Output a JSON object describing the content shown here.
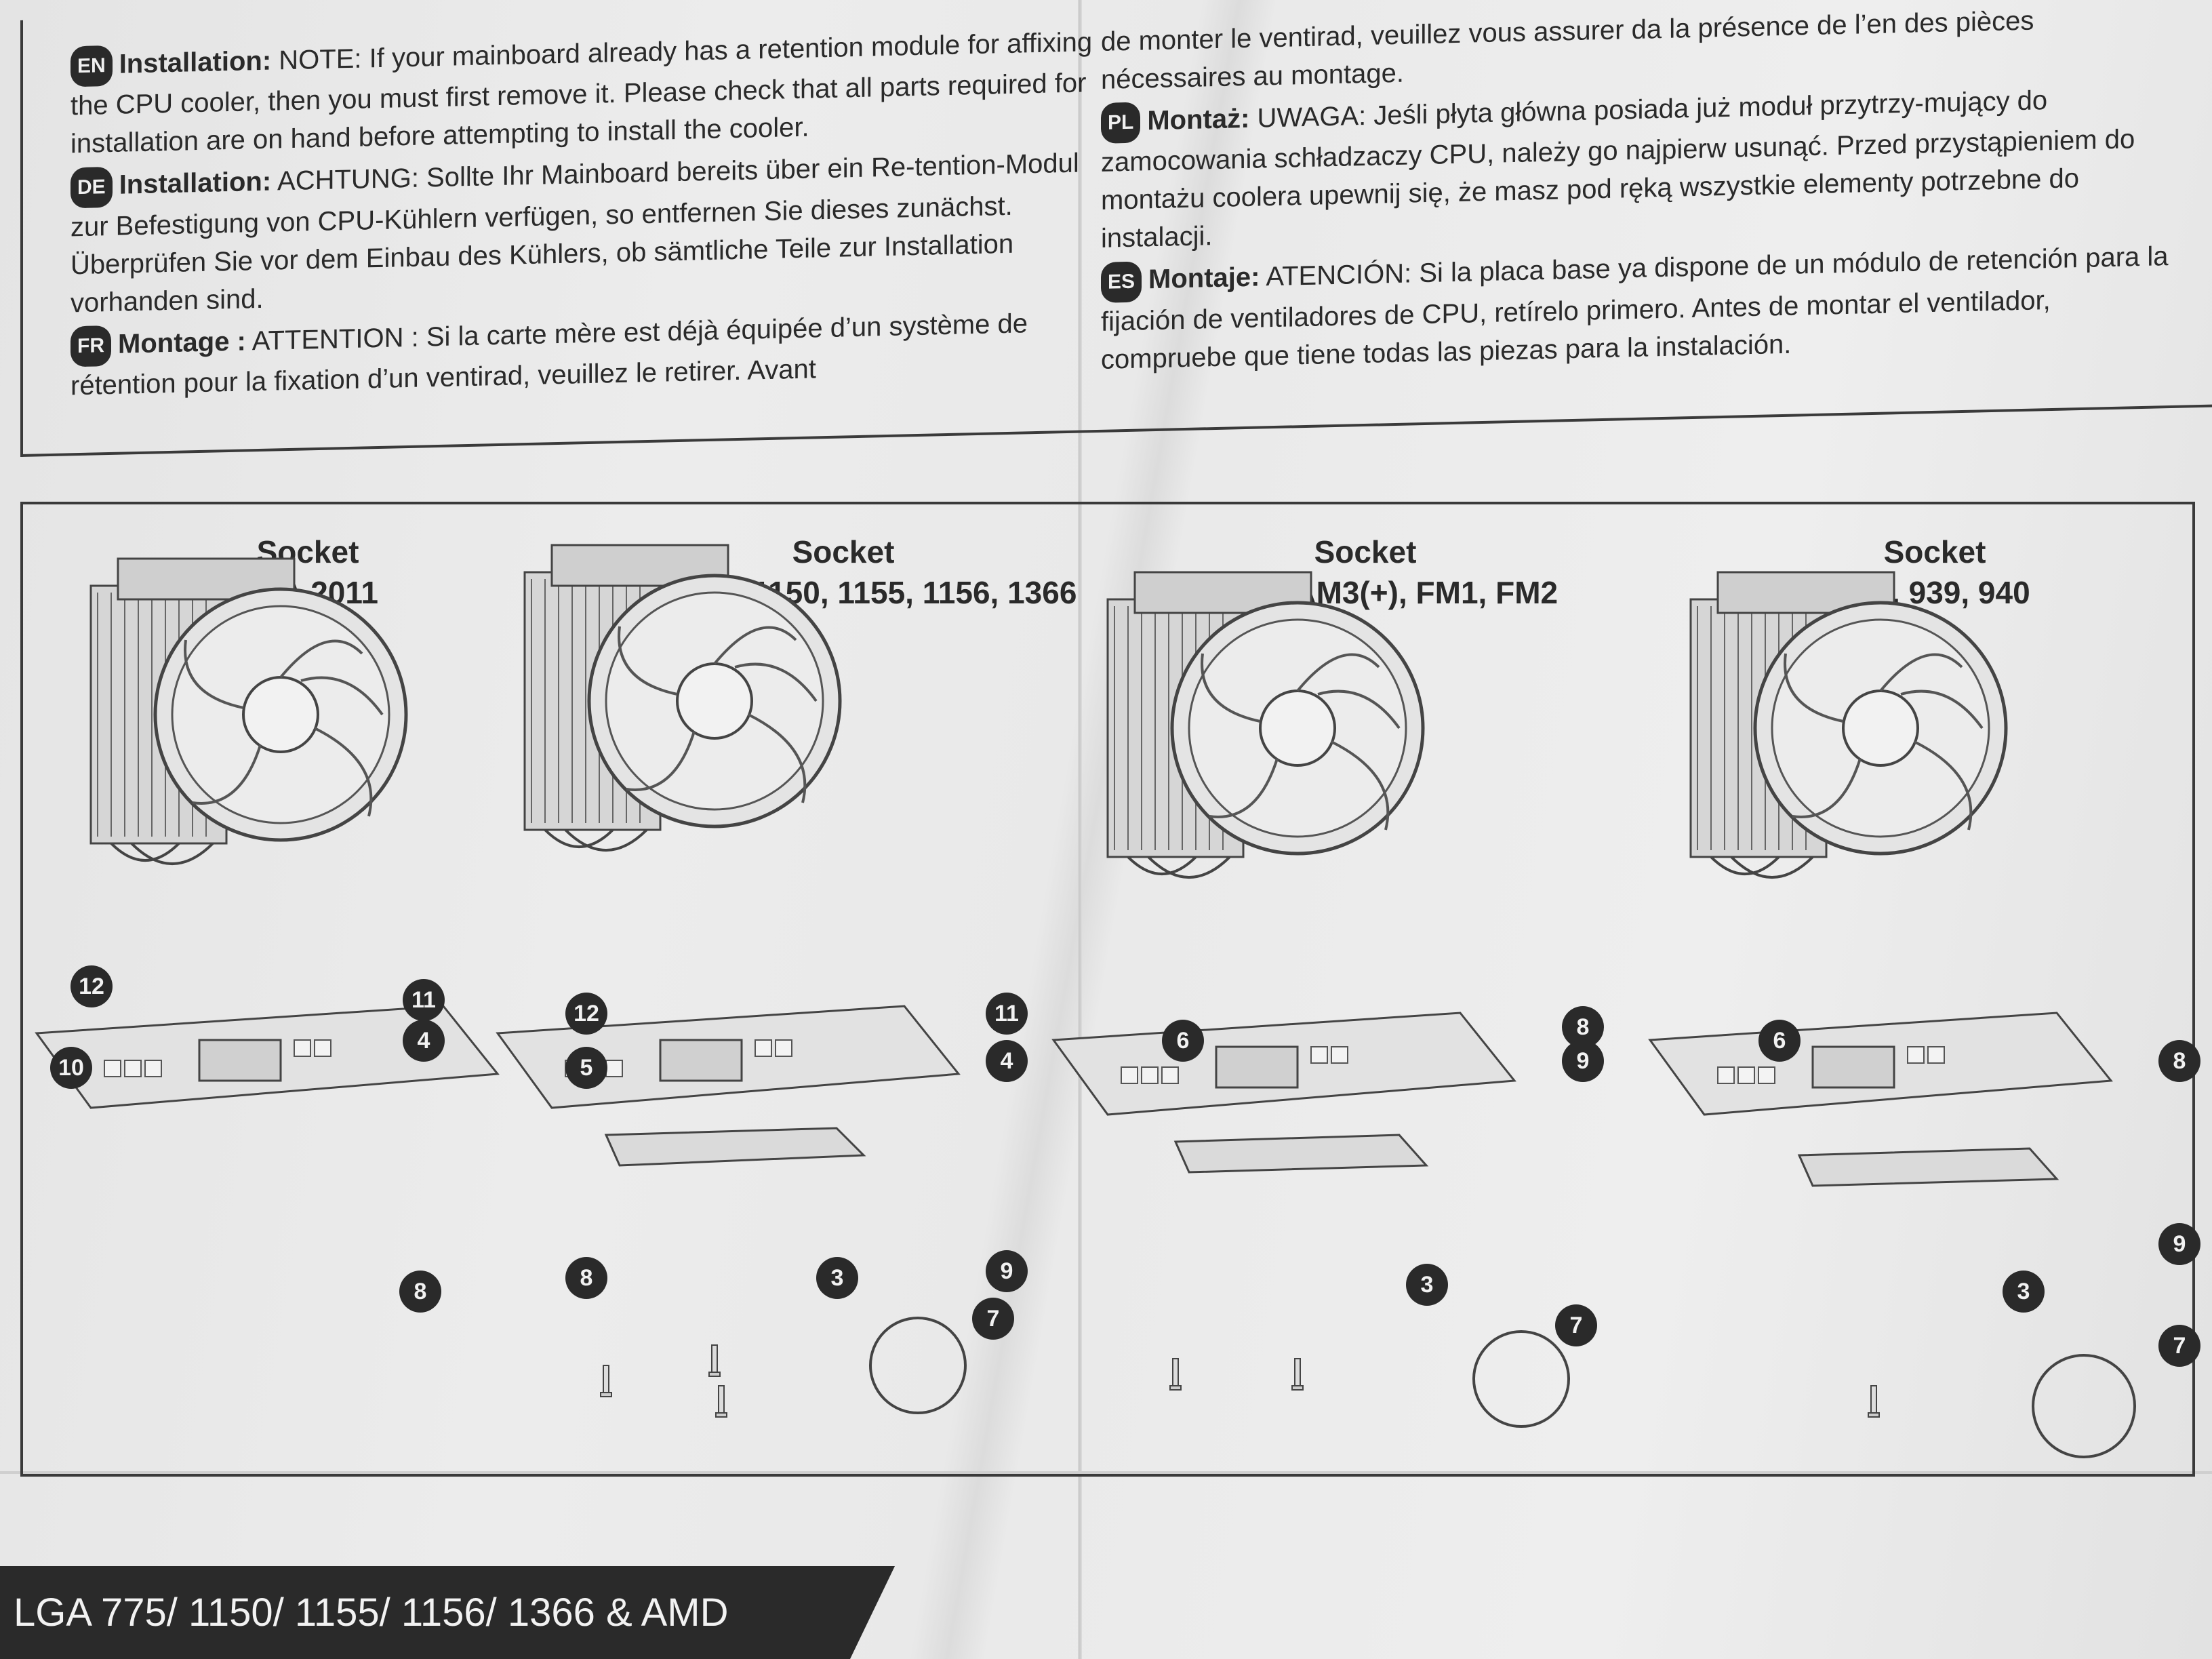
{
  "text_columns": {
    "left": [
      {
        "badge": "EN",
        "heading": "Installation:",
        "body": "NOTE: If your mainboard already has a retention module for affixing the CPU cooler, then you must first remove it. Please check that all parts required for installation are on hand before attempting to install the cooler."
      },
      {
        "badge": "DE",
        "heading": "Installation:",
        "body": "ACHTUNG: Sollte Ihr Mainboard bereits über ein Re-tention-Modul zur Befestigung von CPU-Kühlern verfügen, so entfernen Sie dieses zunächst. Überprüfen Sie vor dem Einbau des Kühlers, ob sämtliche Teile zur Installation vorhanden sind."
      },
      {
        "badge": "FR",
        "heading": "Montage :",
        "body": "ATTENTION : Si la carte mère est déjà équipée d’un système de rétention pour la fixation d’un ventirad, veuillez le retirer. Avant"
      }
    ],
    "right": [
      {
        "badge": "",
        "heading": "",
        "body": "de monter le ventirad, veuillez vous assurer da la présence de l’en des pièces nécessaires au montage."
      },
      {
        "badge": "PL",
        "heading": "Montaż:",
        "body": "UWAGA: Jeśli płyta główna posiada już moduł przytrzy-mujący do zamocowania schładzaczy CPU, należy go najpierw usunąć. Przed przystąpieniem do montażu coolera upewnij się, że masz pod ręką wszystkie elementy potrzebne do instalacji."
      },
      {
        "badge": "ES",
        "heading": "Montaje:",
        "body": "ATENCIÓN: Si la placa base ya dispone de un módulo de retención para la fijación de ventiladores de CPU, retírelo primero. Antes de montar el ventilador, compruebe que tiene todas las piezas para la instalación."
      }
    ]
  },
  "panels": [
    {
      "line1": "Socket",
      "line2": "LGA 2011",
      "callouts": [
        "12",
        "11",
        "4",
        "10",
        "8"
      ]
    },
    {
      "line1": "Socket",
      "line2": "LGA 775, 1150, 1155, 1156, 1366",
      "callouts": [
        "12",
        "11",
        "4",
        "5",
        "8",
        "9",
        "3",
        "7"
      ]
    },
    {
      "line1": "Socket",
      "line2": "AM2(+), AM3(+), FM1, FM2",
      "callouts": [
        "6",
        "8",
        "9",
        "3",
        "7"
      ]
    },
    {
      "line1": "Socket",
      "line2": "754, 939, 940",
      "callouts": [
        "6",
        "8",
        "9",
        "3",
        "7"
      ]
    }
  ],
  "footer": {
    "label": "LGA 775/ 1150/ 1155/ 1156/ 1366 & AMD"
  },
  "colors": {
    "ink": "#2a2a2a",
    "paper": "#e9e9e9"
  }
}
